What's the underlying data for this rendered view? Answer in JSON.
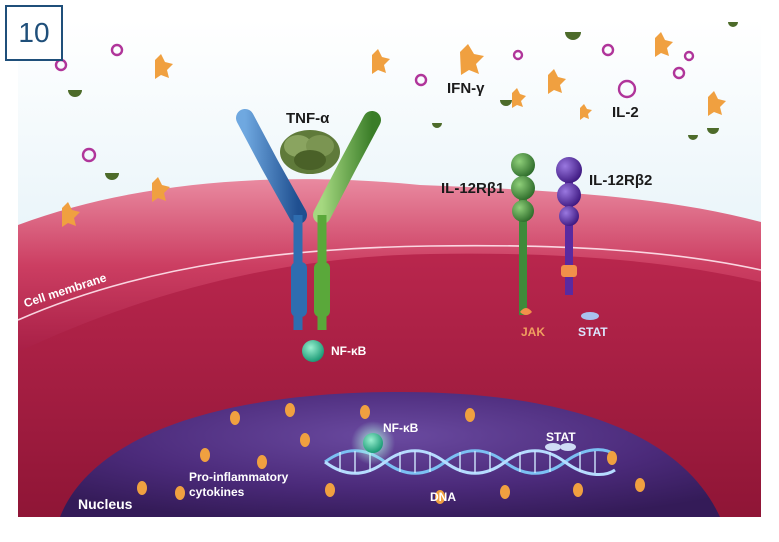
{
  "figure_number": "10",
  "labels": {
    "tnf_alpha": "TNF-α",
    "ifn_gamma": "IFN-γ",
    "il2": "IL-2",
    "il12rb1": "IL-12Rβ1",
    "il12rb2": "IL-12Rβ2",
    "cell_membrane": "Cell membrane",
    "nfkb_cytoplasm": "NF-κB",
    "jak": "JAK",
    "stat_cytoplasm": "STAT",
    "nfkb_nucleus": "NF-κB",
    "stat_nucleus": "STAT",
    "nucleus": "Nucleus",
    "pro_inflammatory_line1": "Pro-inflammatory",
    "pro_inflammatory_line2": "cytokines",
    "dna": "DNA"
  },
  "colors": {
    "extracellular_top": "#ffffff",
    "extracellular_bottom": "#cfe9f3",
    "membrane": "#d24a6b",
    "cytoplasm": "#b21f45",
    "nucleus": "#4a2a78",
    "receptor_blue": "#2e6db0",
    "receptor_green": "#5aa83a",
    "il12rb1_green": "#3f8a3a",
    "il12rb2_purple": "#5a2aa0",
    "nfkb_teal": "#19b38a",
    "cytokine_orange": "#f0a040",
    "dna_blue": "#6fb6f0"
  }
}
